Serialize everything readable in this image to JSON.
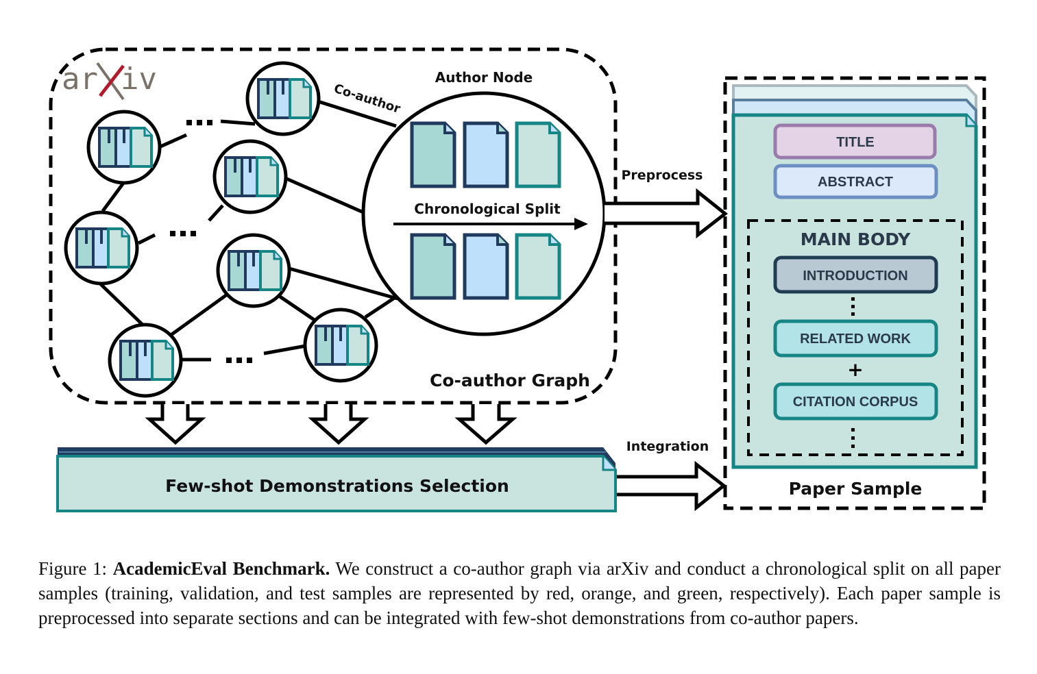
{
  "figure": {
    "logo": {
      "left": "ar",
      "x": "X",
      "right": "iv"
    },
    "coauthor_graph": {
      "label": "Co-author Graph",
      "edge_label": "Co-author",
      "ellipsis": "...",
      "author_node": {
        "title": "Author Node",
        "split_label": "Chronological Split"
      }
    },
    "arrows": {
      "preprocess": "Preprocess",
      "integration": "Integration"
    },
    "few_shot_box": {
      "label": "Few-shot Demonstrations Selection"
    },
    "paper_sample": {
      "label": "Paper Sample",
      "title_box": "TITLE",
      "abstract_box": "ABSTRACT",
      "main_body": {
        "label": "MAIN BODY",
        "introduction": "INTRODUCTION",
        "related_work": "RELATED WORK",
        "plus": "+",
        "citation_corpus": "CITATION CORPUS"
      }
    },
    "colors": {
      "doc_navy": "#1f3a5c",
      "doc_teal": "#158585",
      "fill_teal_light": "#a8d8d4",
      "fill_blue_light": "#bfe0fa",
      "fill_mint": "#c9e4de",
      "title_fill": "#e4d3e6",
      "title_stroke": "#9b7bab",
      "abstract_fill": "#dbe9fa",
      "abstract_stroke": "#6b8fc2",
      "intro_fill": "#b9c9d3",
      "intro_stroke": "#203c52",
      "related_fill": "#b2e3e6",
      "arxiv_red": "#b31b2c",
      "arxiv_gray": "#7a7269"
    }
  },
  "caption": {
    "prefix": "Figure 1: ",
    "bold": "AcademicEval Benchmark.",
    "body": " We construct a co-author graph via arXiv and conduct a chronological split on all paper samples (training, validation, and test samples are represented by red, orange, and green, respectively). Each paper sample is preprocessed into separate sections and can be integrated with few-shot demonstrations from co-author papers."
  }
}
